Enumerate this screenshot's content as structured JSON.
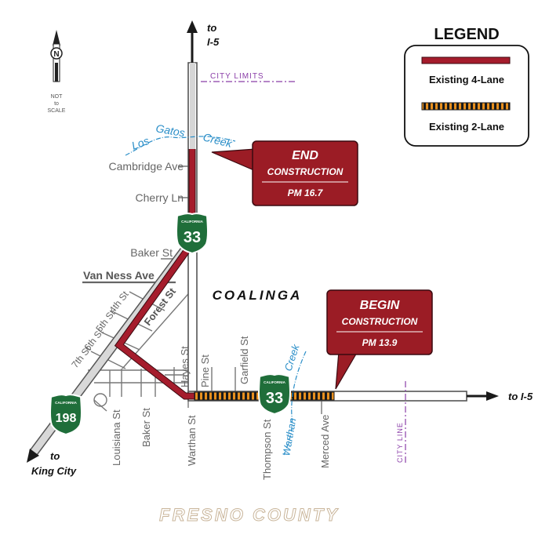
{
  "colors": {
    "four_lane": "#a51c2c",
    "two_lane_base": "#e8901f",
    "two_lane_dash": "#1a1a1a",
    "road_gray": "#c8c8c8",
    "road_outline": "#555555",
    "callout_fill": "#9b1c25",
    "creek_blue": "#2a8ec8",
    "city_limit_purple": "#8a3ea8",
    "shield_green": "#1f6e3a"
  },
  "legend": {
    "title": "LEGEND",
    "items": [
      {
        "label": "Existing 4-Lane",
        "style": "four_lane"
      },
      {
        "label": "Existing 2-Lane",
        "style": "two_lane"
      }
    ]
  },
  "north_arrow": {
    "letter": "N",
    "not_to_scale": [
      "NOT",
      "to",
      "SCALE"
    ]
  },
  "destinations": {
    "north": [
      "to",
      "I-5"
    ],
    "east": "to I-5",
    "southwest": [
      "to",
      "King City"
    ]
  },
  "boundaries": {
    "city_limits": "CITY LIMITS",
    "city_line": "CITY LINE",
    "county": "FRESNO COUNTY"
  },
  "town": "COALINGA",
  "creeks": {
    "los_gatos": [
      "Los",
      "Gatos",
      "Creek"
    ],
    "warthan": [
      "Warthan",
      "Creek"
    ]
  },
  "streets": {
    "cambridge": "Cambridge Ave",
    "cherry": "Cherry Ln",
    "baker_north": "Baker St",
    "van_ness": "Van Ness Ave",
    "forest": "Forest St",
    "fourth": "4th St",
    "fifth": "5th St",
    "sixth": "6th St",
    "seventh": "7th St",
    "hayes": "Hayes St",
    "pine": "Pine St",
    "garfield": "Garfield St",
    "louisiana": "Louisiana St",
    "baker_south": "Baker St",
    "warthan": "Warthan St",
    "thompson": "Thompson St",
    "merced": "Merced Ave"
  },
  "shields": {
    "state": "CALIFORNIA",
    "route_33": "33",
    "route_198": "198"
  },
  "callouts": {
    "end": {
      "title": "END",
      "subtitle": "CONSTRUCTION",
      "postmile": "PM 16.7"
    },
    "begin": {
      "title": "BEGIN",
      "subtitle": "CONSTRUCTION",
      "postmile": "PM 13.9"
    }
  }
}
